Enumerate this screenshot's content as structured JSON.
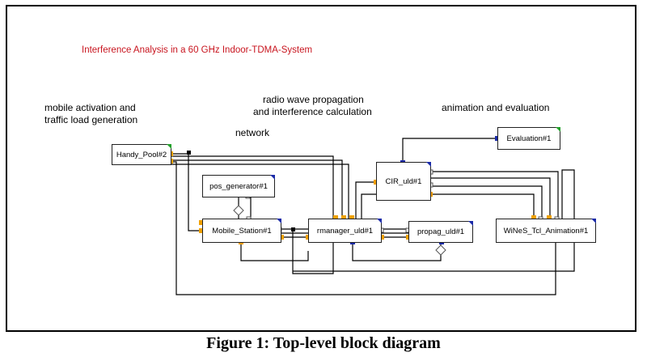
{
  "title": "Interference Analysis in a 60 GHz Indoor-TDMA-System",
  "section_labels": {
    "mobile_activation": [
      "mobile activation and",
      "traffic load generation"
    ],
    "network": "network",
    "radio_wave": [
      "radio wave propagation",
      "and interference calculation"
    ],
    "animation": "animation and evaluation"
  },
  "blocks": {
    "handy_pool": "Handy_Pool#2",
    "pos_generator": "pos_generator#1",
    "mobile_station": "Mobile_Station#1",
    "rmanager": "rmanager_uld#1",
    "cir": "CIR_uld#1",
    "propag": "propag_uld#1",
    "evaluation": "Evaluation#1",
    "wines_animation": "WiNeS_Tcl_Animation#1"
  },
  "colors": {
    "port_out": "#f0a000",
    "port_in": "#1a2aa8",
    "corner_blue": "#1a2aa8",
    "corner_green": "#22a02a",
    "title": "#c8141e"
  },
  "caption": "Figure 1: Top-level block diagram"
}
